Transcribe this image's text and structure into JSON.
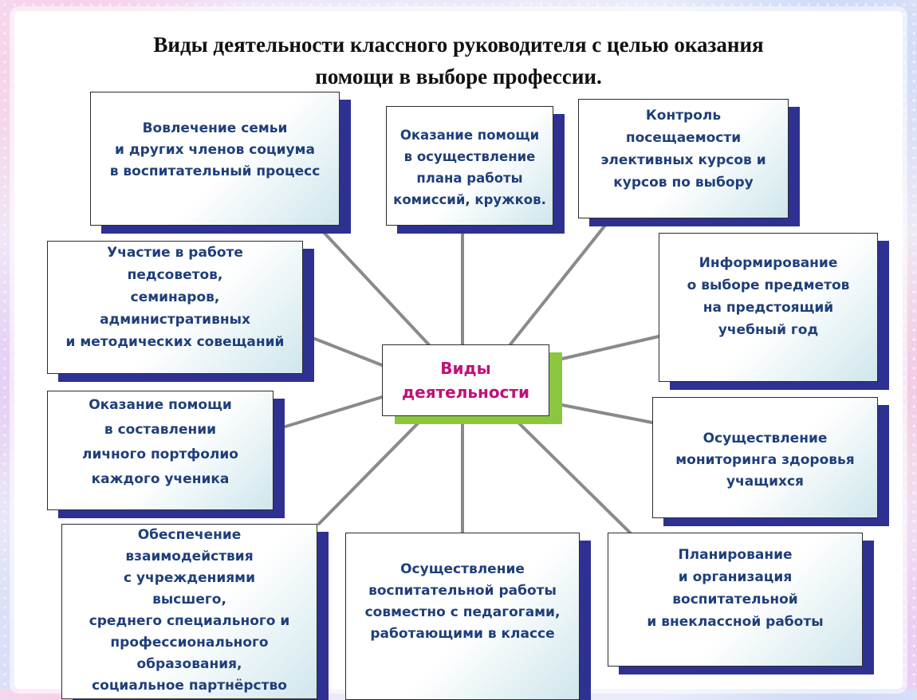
{
  "title": {
    "line1": "Виды деятельности классного руководителя с целью оказания",
    "line2": "помощи в выборе профессии."
  },
  "center": {
    "line1": "Виды",
    "line2": "деятельности"
  },
  "boxes": {
    "family": [
      "Вовлечение семьи",
      "и других членов социума",
      "в воспитательный процесс"
    ],
    "plan": [
      "Оказание помощи",
      "в осуществление",
      "плана  работы",
      "комиссий, кружков."
    ],
    "control": [
      "Контроль",
      "посещаемости",
      "элективных курсов и",
      "курсов по выбору"
    ],
    "councils": [
      "Участие в работе",
      "педсоветов,",
      "семинаров,",
      "административных",
      "и методических совещаний"
    ],
    "inform": [
      "Информирование",
      "о выборе предметов",
      "на предстоящий",
      "учебный год"
    ],
    "portfolio": [
      "Оказание помощи",
      "в составлении",
      "личного портфолио",
      "каждого ученика"
    ],
    "health": [
      "Осуществление",
      "мониторинга здоровья",
      "учащихся"
    ],
    "cooperation": [
      "Обеспечение",
      "взаимодействия",
      "с учреждениями",
      "высшего,",
      "среднего специального и",
      "профессионального",
      "образования,",
      "социальное партнёрство"
    ],
    "teachers": [
      "Осуществление",
      "воспитательной работы",
      "совместно  с  педагогами,",
      "работающими в классе"
    ],
    "planning": [
      "Планирование",
      "и организация",
      "воспитательной",
      "и внеклассной  работы"
    ]
  },
  "colors": {
    "box_text": "#1f3f7a",
    "center_text": "#c0107a",
    "box_shadow": "#2e3192",
    "center_shadow": "#8cc63f",
    "connector": "#8a8a8a"
  }
}
